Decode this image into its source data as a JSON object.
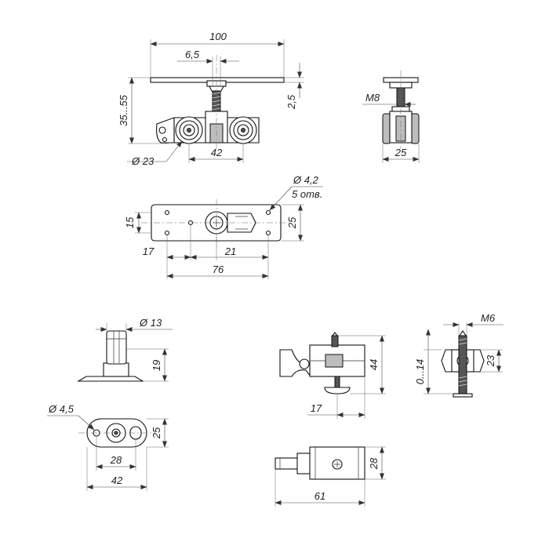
{
  "dimensions": {
    "plate_width": "100",
    "screw_offset": "6,5",
    "height_range": "35...55",
    "plate_thickness": "2,5",
    "wheel_diameter": "Ø 23",
    "wheel_spacing": "42",
    "thread_main": "M8",
    "side_width": "25",
    "hole_diameter": "Ø 4,2",
    "hole_count": "5 отв.",
    "plate_top_height": "15",
    "plate_top_width": "25",
    "hole_spacing_a": "17",
    "hole_spacing_b": "21",
    "hole_spacing_total": "76",
    "guide_diameter": "Ø 13",
    "guide_height": "19",
    "guide_hole": "Ø 4,5",
    "guide_plate_height": "25",
    "guide_hole_spacing": "28",
    "guide_plate_width": "42",
    "stopper_height": "44",
    "stopper_offset": "17",
    "stopper_depth": "28",
    "stopper_length": "61",
    "thread_small": "M6",
    "adjust_range": "0...14",
    "clamp_height": "23"
  }
}
